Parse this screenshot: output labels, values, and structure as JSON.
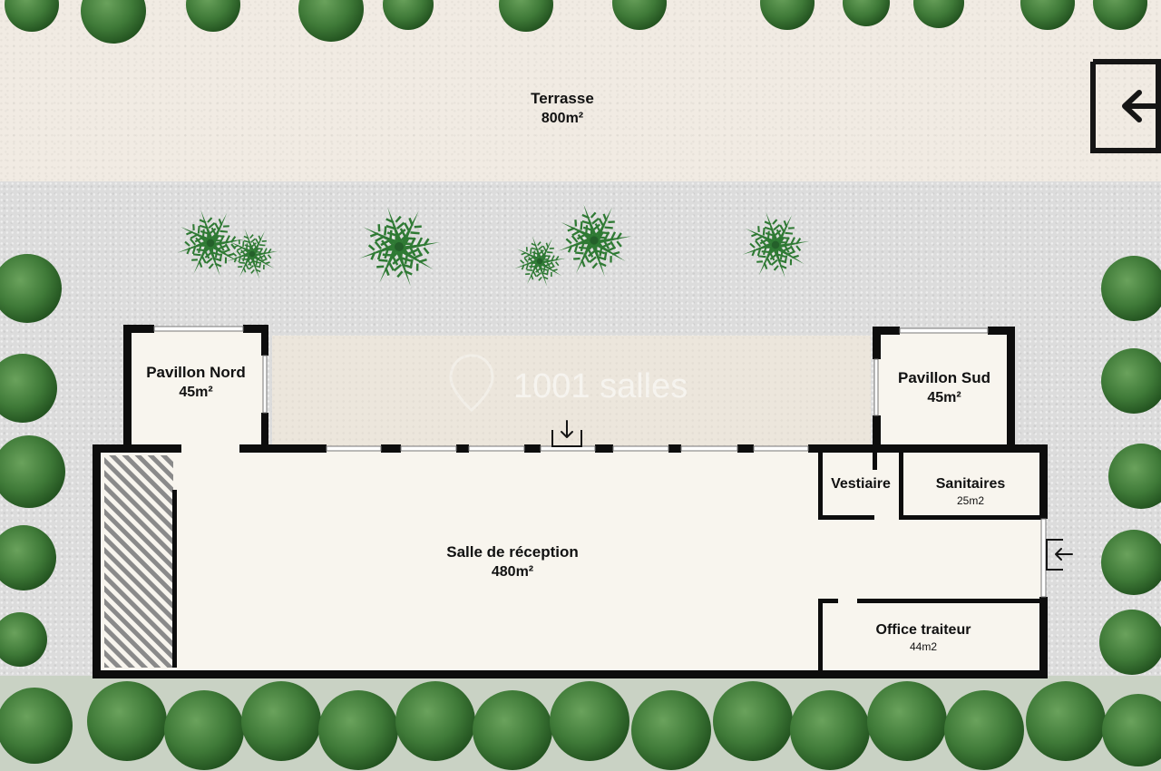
{
  "rooms": {
    "terrasse": {
      "name": "Terrasse",
      "area": "800m²"
    },
    "pavillon_nord": {
      "name": "Pavillon Nord",
      "area": "45m²"
    },
    "pavillon_sud": {
      "name": "Pavillon Sud",
      "area": "45m²"
    },
    "salle": {
      "name": "Salle de réception",
      "area": "480m²"
    },
    "vestiaire": {
      "name": "Vestiaire"
    },
    "sanitaires": {
      "name": "Sanitaires",
      "area": "25m2"
    },
    "office": {
      "name": "Office traiteur",
      "area": "44m2"
    }
  },
  "watermark": "1001 salles",
  "icons": {
    "exit_main": "exit-arrow-left-icon",
    "exit_side": "exit-arrow-left-icon",
    "entrance": "entrance-arrow-down-icon"
  },
  "colors": {
    "wall": "#0d0d0d",
    "floor": "#f8f5ee",
    "hatch": "#8a8a8a",
    "foliage": "#3f7a38",
    "palm": "#2f7a34"
  }
}
